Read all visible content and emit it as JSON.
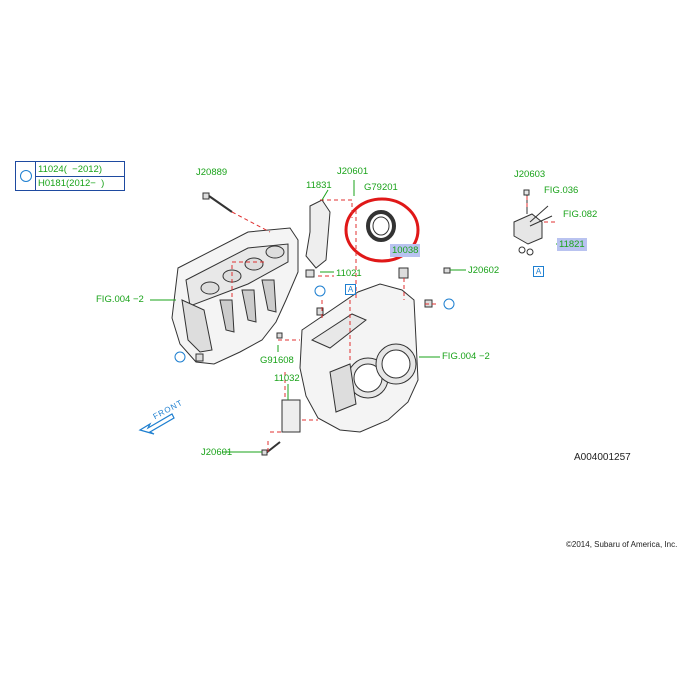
{
  "legend": {
    "row1": "11024(  −2012)",
    "row2": "H0181(2012−  )"
  },
  "labels": {
    "j20889": "J20889",
    "p11831": "11831",
    "j20601_top": "J20601",
    "g79201": "G79201",
    "p10038": "10038",
    "j20603": "J20603",
    "fig036": "FIG.036",
    "fig082": "FIG.082",
    "p11821": "11821",
    "p11021": "11021",
    "j20602": "J20602",
    "fig004_left": "FIG.004",
    "fig004_left_dash": "−2",
    "g91608": "G91608",
    "fig004_right": "FIG.004",
    "fig004_right_dash": "−2",
    "p11032": "11032",
    "j20601_bottom": "J20601",
    "front": "FRONT",
    "box_a": "A",
    "box_a_right": "A"
  },
  "diagram_code": "A004001257",
  "copyright": "©2014, Subaru of America, Inc.",
  "colors": {
    "label_green": "#1aa31a",
    "label_blue": "#1e7fd0",
    "leader_red": "#e03030",
    "highlight": "#b9c3f0",
    "circle_red": "#e01818"
  }
}
